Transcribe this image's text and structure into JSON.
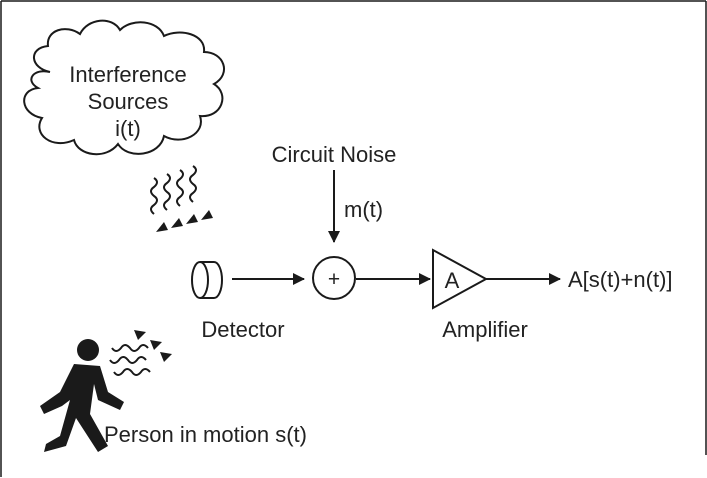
{
  "diagram": {
    "interference": {
      "line1": "Interference",
      "line2": "Sources",
      "line3": "i(t)"
    },
    "circuit_noise": {
      "label": "Circuit Noise",
      "signal": "m(t)"
    },
    "summer_symbol": "+",
    "detector_label": "Detector",
    "amplifier": {
      "symbol": "A",
      "label": "Amplifier"
    },
    "output_label": "A[s(t)+n(t)]",
    "person_label": "Person in motion s(t)"
  },
  "colors": {
    "ink": "#1a1a1a",
    "background": "#ffffff"
  }
}
